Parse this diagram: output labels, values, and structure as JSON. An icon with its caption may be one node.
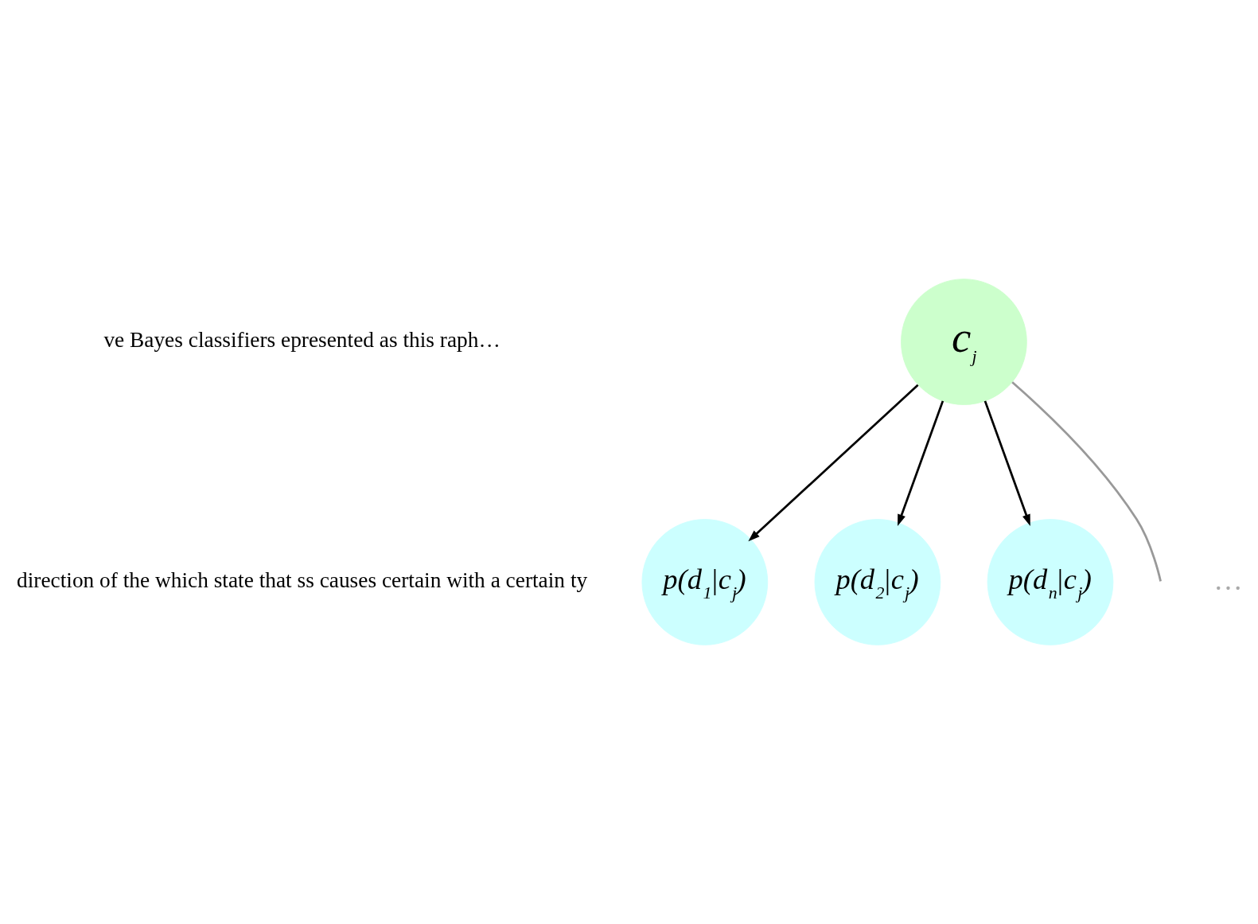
{
  "diagram": {
    "nodes": [
      {
        "text": [
          "c$_{j}$"
        ]
      },
      {
        "text": [
          "p(d$_{1}$|c$_{j}$)"
        ]
      },
      {
        "text": [
          "p(d$_{2}$|c$_{j}$)"
        ]
      },
      {
        "text": [
          "p(d$_{n}$|c$_{j}$)"
        ]
      }
    ],
    "edges": [
      {
        "from": 0,
        "to": 1,
        "arrow": "to"
      },
      {
        "from": 0,
        "to": 2,
        "arrow": "to"
      },
      {
        "from": 0,
        "to": null,
        "arrow": "none",
        "color": "#999999"
      },
      {
        "from": 0,
        "to": 3,
        "arrow": "to"
      }
    ],
    "labels": [
      "ve Bayes classifiers epresented as this raph…",
      "direction of the which state that ss causes certain with a certain ty",
      "…"
    ]
  }
}
